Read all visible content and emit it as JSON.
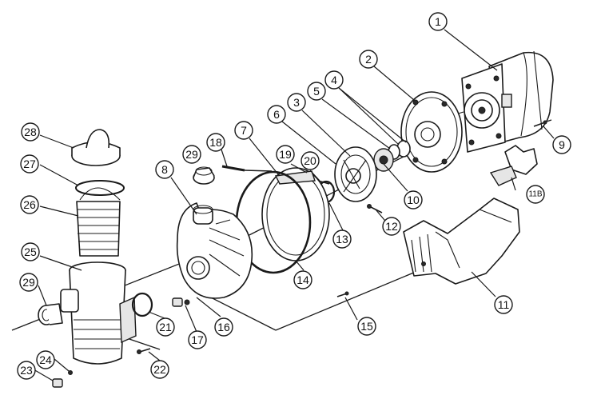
{
  "callouts": [
    {
      "id": "1",
      "label": "1"
    },
    {
      "id": "2",
      "label": "2"
    },
    {
      "id": "3",
      "label": "3"
    },
    {
      "id": "4",
      "label": "4"
    },
    {
      "id": "5",
      "label": "5"
    },
    {
      "id": "6",
      "label": "6"
    },
    {
      "id": "7",
      "label": "7"
    },
    {
      "id": "8",
      "label": "8"
    },
    {
      "id": "9",
      "label": "9"
    },
    {
      "id": "10",
      "label": "10"
    },
    {
      "id": "11",
      "label": "11"
    },
    {
      "id": "11B",
      "label": "11B"
    },
    {
      "id": "12",
      "label": "12"
    },
    {
      "id": "13",
      "label": "13"
    },
    {
      "id": "14",
      "label": "14"
    },
    {
      "id": "15",
      "label": "15"
    },
    {
      "id": "16",
      "label": "16"
    },
    {
      "id": "17",
      "label": "17"
    },
    {
      "id": "18",
      "label": "18"
    },
    {
      "id": "19",
      "label": "19"
    },
    {
      "id": "20",
      "label": "20"
    },
    {
      "id": "21",
      "label": "21"
    },
    {
      "id": "22",
      "label": "22"
    },
    {
      "id": "23",
      "label": "23"
    },
    {
      "id": "24",
      "label": "24"
    },
    {
      "id": "25",
      "label": "25"
    },
    {
      "id": "26",
      "label": "26"
    },
    {
      "id": "27",
      "label": "27"
    },
    {
      "id": "28",
      "label": "28"
    },
    {
      "id": "29a",
      "label": "29"
    },
    {
      "id": "29b",
      "label": "29"
    }
  ]
}
